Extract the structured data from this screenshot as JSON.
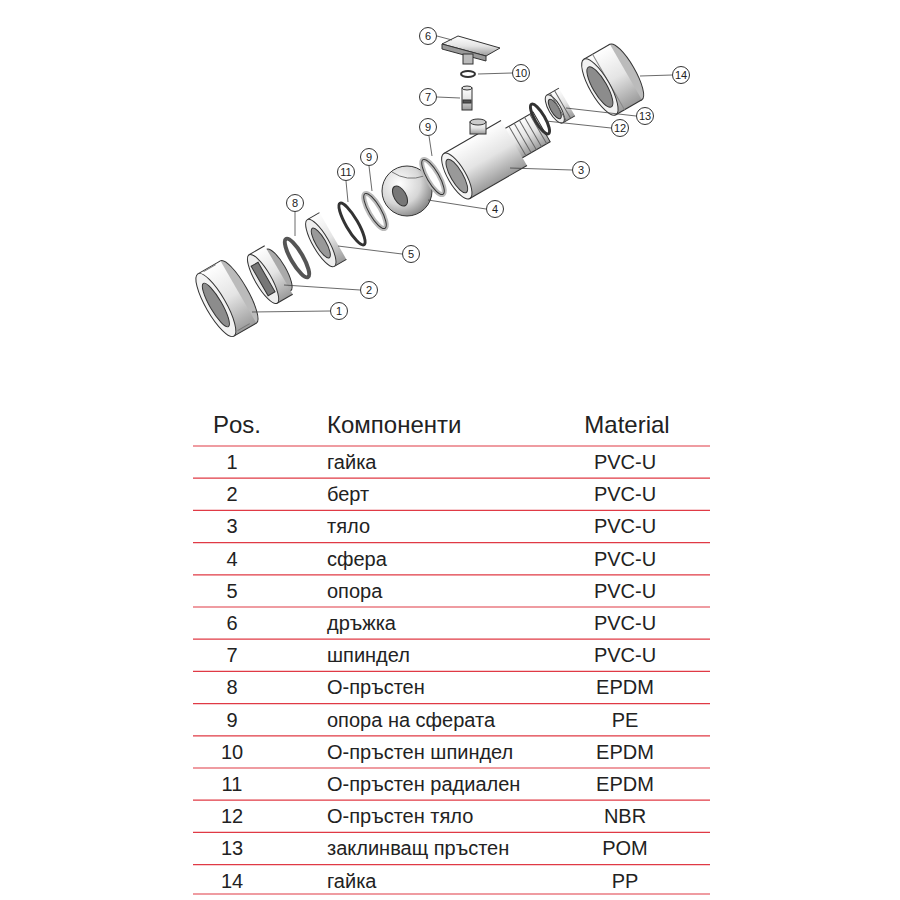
{
  "diagram": {
    "labels": [
      "6",
      "10",
      "14",
      "7",
      "9",
      "13",
      "12",
      "3",
      "8",
      "11",
      "9",
      "4",
      "5",
      "2",
      "1",
      "Pos.",
      "Компоненти",
      "Material",
      "1",
      "гайка",
      "PVC-U",
      "2",
      "берт",
      "PVC-U",
      "3",
      "тяло",
      "PVC-U",
      "4",
      "сфера",
      "PVC-U",
      "5",
      "опора",
      "PVC-U",
      "6",
      "дръжка",
      "PVC-U",
      "7",
      "шпиндел",
      "PVC-U",
      "8",
      "О-пръстен",
      "EPDM",
      "9",
      "опора на сферата",
      "PE",
      "10",
      "О-пръстен шпиндел",
      "EPDM",
      "11",
      "О-пръстен радиален",
      "EPDM",
      "12",
      "О-пръстен тяло",
      "NBR",
      "13",
      "заклинващ пръстен",
      "POM",
      "14",
      "гайка",
      "PP"
    ]
  }
}
